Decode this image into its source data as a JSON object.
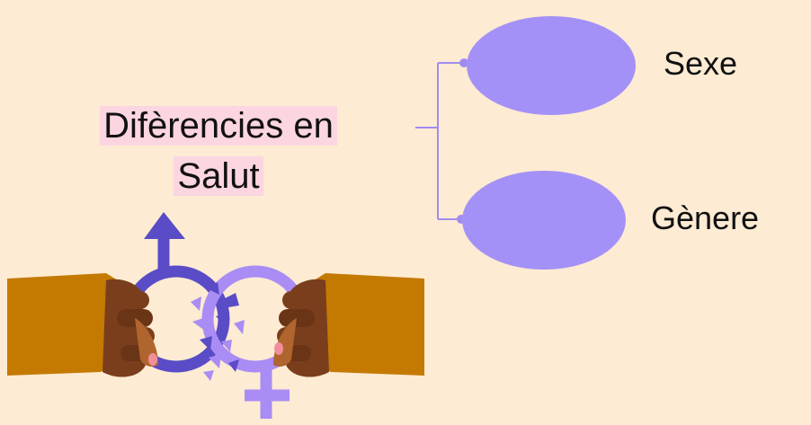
{
  "diagram": {
    "title_line1": "Difèrencies en",
    "title_line2": "Salut",
    "branches": [
      {
        "label": "Sexe"
      },
      {
        "label": "Gènere"
      }
    ]
  },
  "colors": {
    "background": "#FDEBD3",
    "title_highlight": "#FBD5E0",
    "bubble": "#A491F7",
    "connector": "#A08CF0",
    "male_symbol": "#5A4CC6",
    "female_symbol": "#A98CF4",
    "skin_dark": "#7A3E1C",
    "skin_mid": "#B0652E",
    "sleeve": "#C47A00"
  },
  "icons": {
    "illustration": "hands-breaking-gender-symbols-icon"
  }
}
